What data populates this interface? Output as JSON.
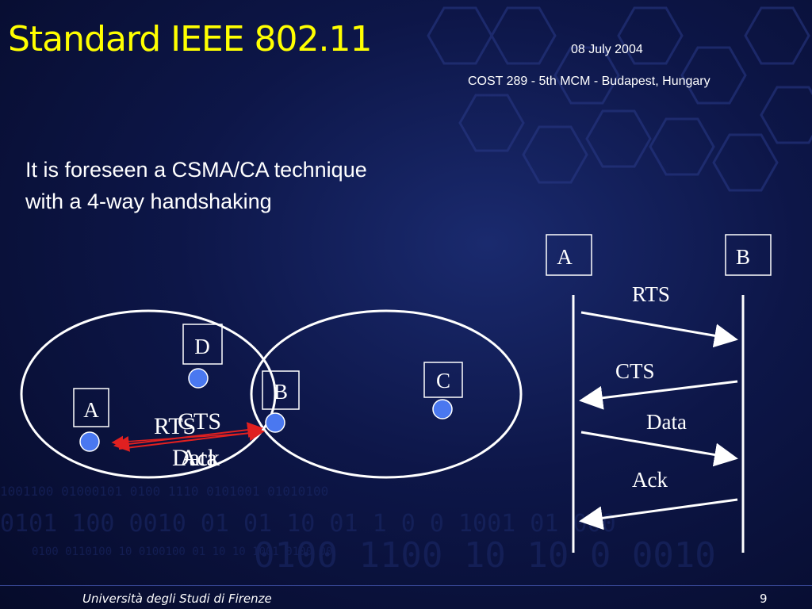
{
  "slide": {
    "title": "Standard IEEE 802.11",
    "date": "08 July 2004",
    "conference": "COST 289 - 5th MCM - Budapest, Hungary",
    "body_lines": [
      "It is foreseen a CSMA/CA technique",
      "with a 4-way handshaking"
    ],
    "footer": "Università degli Studi di Firenze",
    "page_number": "9"
  },
  "topology": {
    "nodes": [
      "A",
      "B",
      "C",
      "D"
    ],
    "overlay_labels": [
      "RTS",
      "CTS",
      "Data",
      "Ack"
    ]
  },
  "sequence": {
    "stations": [
      "A",
      "B"
    ],
    "messages": [
      "RTS",
      "CTS",
      "Data",
      "Ack"
    ]
  },
  "colors": {
    "title": "#ffff00",
    "node_fill": "#4a78f0",
    "arrow_red": "#e02020",
    "background": "#0d1648"
  }
}
